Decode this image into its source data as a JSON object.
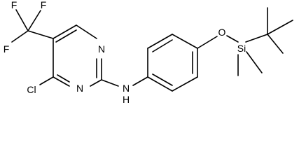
{
  "diagram": {
    "type": "skeletal-structure",
    "atoms": [
      {
        "id": "F1",
        "label": "F"
      },
      {
        "id": "F2",
        "label": "F"
      },
      {
        "id": "F3",
        "label": "F"
      },
      {
        "id": "N_top",
        "label": "N"
      },
      {
        "id": "N_bottom",
        "label": "N"
      },
      {
        "id": "Cl",
        "label": "Cl"
      },
      {
        "id": "NH",
        "label": "N"
      },
      {
        "id": "H",
        "label": "H"
      },
      {
        "id": "O",
        "label": "O"
      },
      {
        "id": "Si",
        "label": "Si"
      }
    ]
  }
}
